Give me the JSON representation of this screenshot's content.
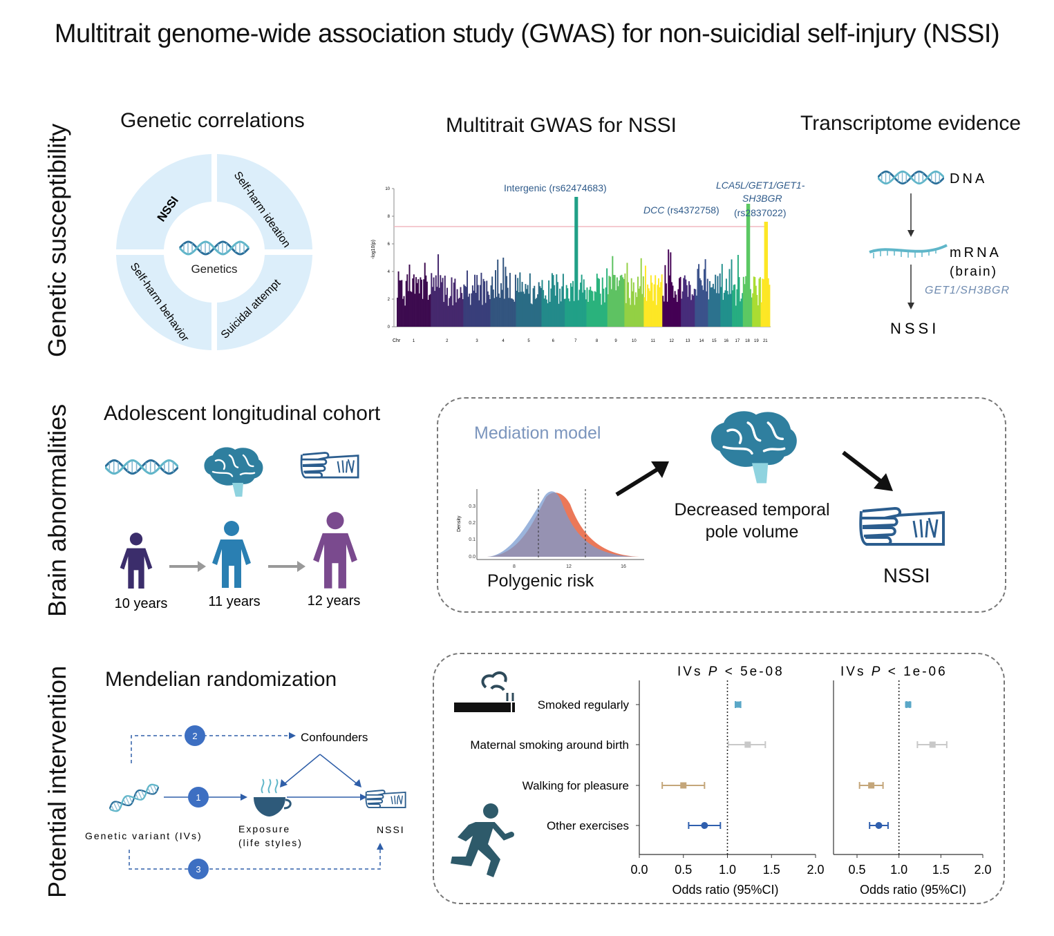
{
  "title": "Multitrait genome-wide association study (GWAS) for non-suicidial self-injury (NSSI)",
  "rows": [
    {
      "label": "Genetic susceptibility"
    },
    {
      "label": "Brain abnormalities"
    },
    {
      "label": "Potential intervention"
    }
  ],
  "genetic_correlations": {
    "title": "Genetic correlations",
    "center": "Genetics",
    "segments": [
      "NSSI",
      "Self-harm ideation",
      "Suicidal attempt",
      "Self-harm behavior"
    ]
  },
  "gwas": {
    "title": "Multitrait GWAS for NSSI",
    "annotations": {
      "a1": "Intergenic (rs62474683)",
      "a2_gene": "DCC",
      "a2_snp": " (rs4372758)",
      "a3_line1": "LCA5L/GET1/GET1-",
      "a3_line2": "SH3BGR",
      "a3_line3": "(rs2837022)"
    },
    "ylabel": "-log10(p)",
    "yticks": [
      "0",
      "2",
      "4",
      "6",
      "8",
      "10"
    ],
    "xlabel": "Chr",
    "chromosomes": [
      "1",
      "2",
      "3",
      "4",
      "5",
      "6",
      "7",
      "8",
      "9",
      "10",
      "11",
      "12",
      "13",
      "14",
      "15",
      "16",
      "17",
      "18",
      "19",
      "21"
    ],
    "chromosome_colors": [
      "#3d0b4f",
      "#45286d",
      "#393e7a",
      "#33557f",
      "#2a6c85",
      "#238a8a",
      "#21a087",
      "#2ab27c",
      "#5ec262",
      "#93d044",
      "#fde725",
      "#440154",
      "#472c7a",
      "#3b528b",
      "#2c728e",
      "#21908c",
      "#27ad81",
      "#5cc863",
      "#aadc32",
      "#fde725"
    ]
  },
  "transcriptome": {
    "title": "Transcriptome evidence",
    "dna": "DNA",
    "mrna": "mRNA",
    "brain": "(brain)",
    "gene": "GET1/SH3BGR",
    "outcome": "NSSI"
  },
  "cohort": {
    "title": "Adolescent longitudinal cohort",
    "ages": [
      "10 years",
      "11 years",
      "12 years"
    ]
  },
  "mediation": {
    "title": "Mediation model",
    "polygenic": "Polygenic risk",
    "mediator_line1": "Decreased temporal",
    "mediator_line2": "pole volume",
    "outcome": "NSSI",
    "density_ylabel": "Density",
    "density_yticks": [
      "0.0",
      "0.1",
      "0.2",
      "0.3"
    ],
    "density_xticks": [
      "8",
      "12",
      "16"
    ]
  },
  "mr": {
    "title": "Mendelian randomization",
    "confounders": "Confounders",
    "exposure_line1": "Exposure",
    "exposure_line2": "(life styles)",
    "variant": "Genetic variant (IVs)",
    "outcome": "NSSI",
    "paths": [
      "1",
      "2",
      "3"
    ]
  },
  "chart_data": {
    "type": "forest",
    "categories": [
      "Smoked regularly",
      "Maternal smoking around birth",
      "Walking for pleasure",
      "Other exercises"
    ],
    "xlabel": "Odds ratio (95%CI)",
    "panels": [
      {
        "title_pre": "IVs ",
        "title_p": "P",
        "title_post": " < 5e-08",
        "xlim": [
          0,
          2
        ],
        "xticks": [
          "0.0",
          "0.5",
          "1.0",
          "1.5",
          "2.0"
        ],
        "points": [
          {
            "or": 1.12,
            "lo": 1.09,
            "hi": 1.15,
            "color": "#5aa7c7"
          },
          {
            "or": 1.23,
            "lo": 1.01,
            "hi": 1.43,
            "color": "#c8c8c8"
          },
          {
            "or": 0.5,
            "lo": 0.26,
            "hi": 0.74,
            "color": "#c4a67a"
          },
          {
            "or": 0.74,
            "lo": 0.56,
            "hi": 0.92,
            "color": "#2f5fae"
          }
        ]
      },
      {
        "title_pre": "IVs ",
        "title_p": "P",
        "title_post": " < 1e-06",
        "xlim": [
          0.5,
          2
        ],
        "xticks": [
          "0.5",
          "1.0",
          "1.5",
          "2.0"
        ],
        "points": [
          {
            "or": 1.11,
            "lo": 1.09,
            "hi": 1.13,
            "color": "#5aa7c7"
          },
          {
            "or": 1.4,
            "lo": 1.22,
            "hi": 1.57,
            "color": "#c8c8c8"
          },
          {
            "or": 0.67,
            "lo": 0.53,
            "hi": 0.81,
            "color": "#c4a67a"
          },
          {
            "or": 0.76,
            "lo": 0.65,
            "hi": 0.87,
            "color": "#2f5fae"
          }
        ]
      }
    ]
  }
}
